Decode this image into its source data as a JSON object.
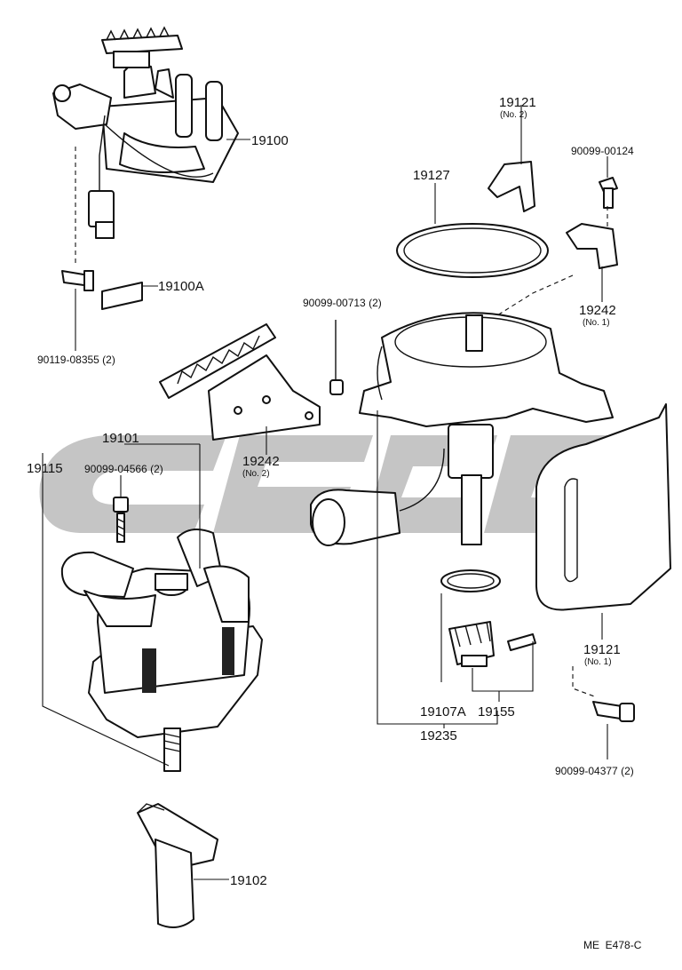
{
  "labels": {
    "p19100": "19100",
    "p19100a": "19100A",
    "p90119": "90119-08355 (2)",
    "p19127": "19127",
    "p19121_top": "19121",
    "p19121_top_sub": "(No. 2)",
    "p90099_124": "90099-00124",
    "p90099_713": "90099-00713 (2)",
    "p19242_top": "19242",
    "p19242_top_sub": "(No. 1)",
    "p19242_mid": "19242",
    "p19242_mid_sub": "(No. 2)",
    "p19101": "19101",
    "p19115": "19115",
    "p90099_4566": "90099-04566 (2)",
    "p19121_bot": "19121",
    "p19121_bot_sub": "(No. 1)",
    "p19107a": "19107A",
    "p19155": "19155",
    "p19235": "19235",
    "p90099_4377": "90099-04377 (2)",
    "p19102": "19102",
    "footer_code": "ME  E478-C"
  }
}
